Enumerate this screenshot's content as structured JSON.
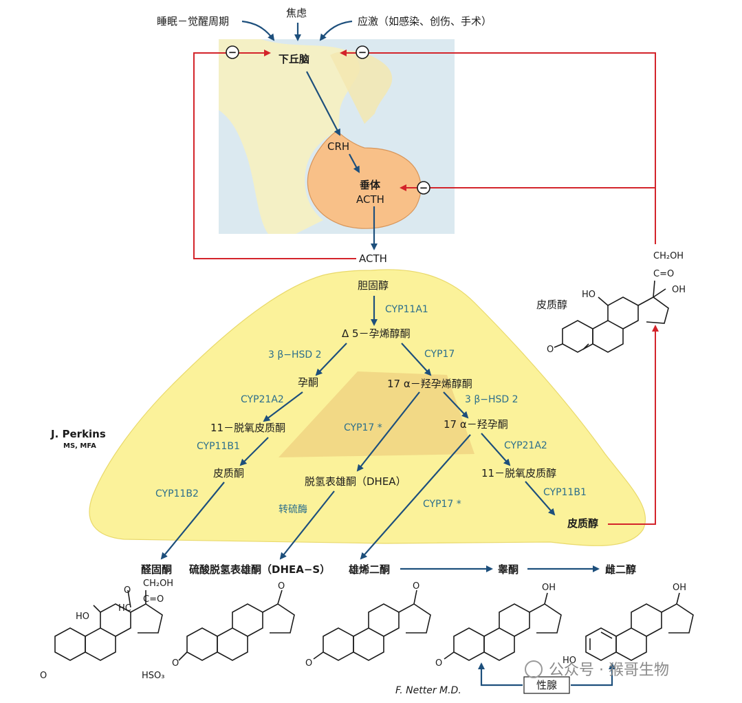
{
  "inputs": {
    "sleep_wake": "睡眠－觉醒周期",
    "anxiety": "焦虑",
    "stress": "应激（如感染、创伤、手术）"
  },
  "axis": {
    "hypothalamus": "下丘脑",
    "crh": "CRH",
    "pituitary": "垂体",
    "acth_pituitary": "ACTH",
    "acth_out": "ACTH",
    "minus": "−"
  },
  "pathway": {
    "cholesterol": "胆固醇",
    "pregnenolone": "Δ 5－孕烯醇酮",
    "progesterone": "孕酮",
    "oh_pregnenolone": "17 α－羟孕烯醇酮",
    "deoxycorticosterone": "11－脱氧皮质酮",
    "oh_progesterone": "17 α－羟孕酮",
    "corticosterone": "皮质酮",
    "dhea": "脱氢表雄酮（DHEA）",
    "deoxycortisol": "11－脱氧皮质醇",
    "cortisol": "皮质醇",
    "aldosterone": "醛固酮",
    "dhea_s": "硫酸脱氢表雄酮（DHEA−S）",
    "androstenedione": "雄烯二酮",
    "testosterone": "睾酮",
    "estradiol": "雌二醇",
    "gonad": "性腺"
  },
  "enzymes": {
    "cyp11a1": "CYP11A1",
    "hsd_left": "3 β−HSD 2",
    "cyp17_top": "CYP17",
    "cyp21a2_left": "CYP21A2",
    "hsd_right": "3 β−HSD 2",
    "cyp11b1_left": "CYP11B1",
    "cyp17_mid": "CYP17 *",
    "cyp21a2_right": "CYP21A2",
    "cyp11b2": "CYP11B2",
    "sulfotransferase": "转硫酶",
    "cyp17_low": "CYP17 *",
    "cyp11b1_right": "CYP11B1"
  },
  "cortisol_structure": {
    "name": "皮质醇",
    "ch2oh": "CH₂OH",
    "co": "C=O",
    "oh": "OH",
    "ho": "HO",
    "o": "O"
  },
  "bottom_structures": {
    "ald_ch2oh": "CH₂OH",
    "ald_co": "C=O",
    "ald_hc": "HC",
    "ald_ho": "HO",
    "ald_o_top": "O",
    "ald_o": "O",
    "dheas_o": "O",
    "dheas_hso3": "HSO₃",
    "dheas_o_link": "O",
    "andro_o_top": "O",
    "andro_o": "O",
    "testo_oh": "OH",
    "testo_o": "O",
    "estra_oh": "OH",
    "estra_ho": "HO"
  },
  "credits": {
    "artist": "J. Perkins",
    "artist_sub": "MS, MFA",
    "signature": "F. Netter M.D."
  },
  "watermark": "公众号 · 猴哥生物",
  "colors": {
    "adrenal_fill": "#fbf29a",
    "core_fill": "#eecf7e",
    "pituitary_fill": "#f8c088",
    "brain_bg": "#dbe9f0",
    "inhibit_red": "#d3232a",
    "arrow_blue": "#1d4f7c",
    "enzyme_teal": "#2b6e8c"
  }
}
